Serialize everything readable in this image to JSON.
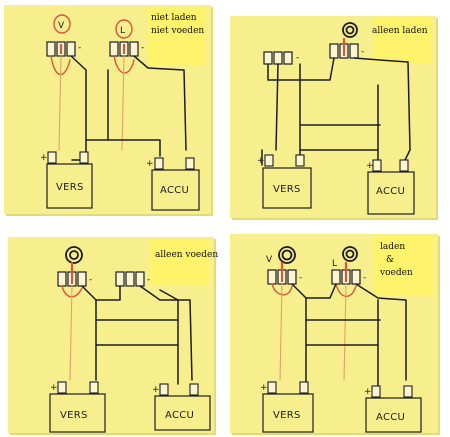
{
  "panels": [
    {
      "id": "niet-laden-niet-voeden",
      "label_lines": [
        "niet laden",
        "niet voeden"
      ],
      "box_left": "VERS",
      "box_right": "ACCU",
      "switch_letters": [
        "V",
        "L"
      ],
      "lamps": "none"
    },
    {
      "id": "alleen-laden",
      "label_lines": [
        "alleen laden"
      ],
      "box_left": "VERS",
      "box_right": "ACCU",
      "switch_letters": [
        "",
        ""
      ],
      "lamps": "right"
    },
    {
      "id": "alleen-voeden",
      "label_lines": [
        "alleen voeden"
      ],
      "box_left": "VERS",
      "box_right": "ACCU",
      "switch_letters": [
        "",
        ""
      ],
      "lamps": "left"
    },
    {
      "id": "laden-en-voeden",
      "label_lines": [
        "laden",
        "&",
        "voeden"
      ],
      "box_left": "VERS",
      "box_right": "ACCU",
      "switch_letters": [
        "V",
        "L"
      ],
      "lamps": "both"
    }
  ],
  "terminal_signs": {
    "plus": "+",
    "minus": "-"
  },
  "colors": {
    "note": "#f7ef8d",
    "label_box": "#fff36b",
    "ink": "#1c1c24",
    "red_wire": "#d8553e",
    "orange_wire": "#e0a36a"
  }
}
